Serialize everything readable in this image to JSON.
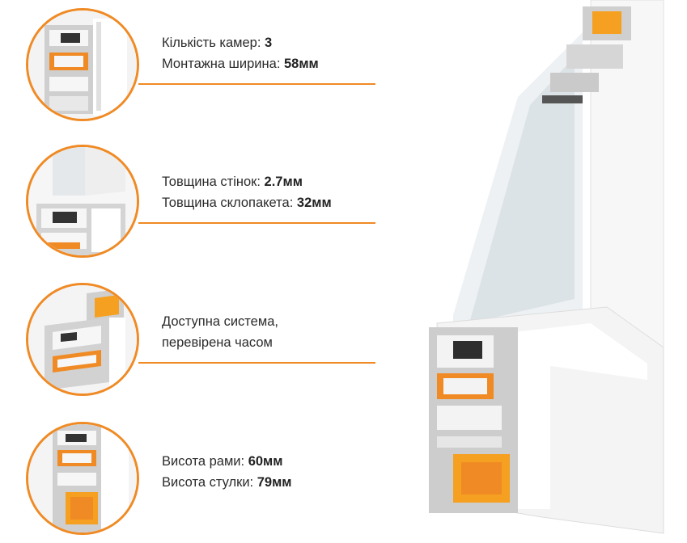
{
  "features": [
    {
      "line1_label": "Кількість камер: ",
      "line1_value": "3",
      "line2_label": "Монтажна ширина: ",
      "line2_value": "58мм"
    },
    {
      "line1_label": "Товщина стінок: ",
      "line1_value": "2.7мм",
      "line2_label": "Товщина склопакета: ",
      "line2_value": "32мм"
    },
    {
      "line1_label": "Доступна система,",
      "line1_value": "",
      "line2_label": "перевірена часом",
      "line2_value": ""
    },
    {
      "line1_label": "Висота рами: ",
      "line1_value": "60мм",
      "line2_label": "Висота стулки: ",
      "line2_value": "79мм"
    }
  ],
  "colors": {
    "accent": "#f08a24",
    "profile": "#f4f4f4",
    "chamber": "#d0d0d0",
    "core": "#f5a020"
  }
}
